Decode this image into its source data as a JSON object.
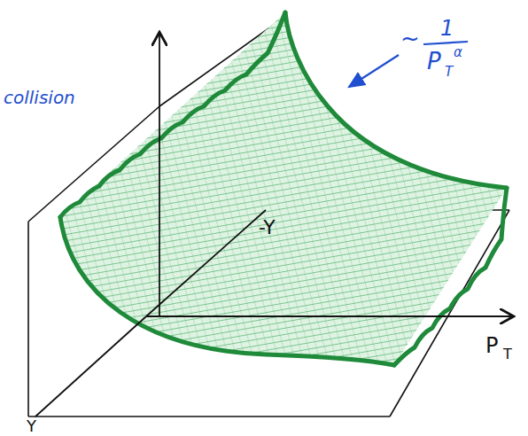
{
  "diagram": {
    "labels": [
      "collision",
      "~",
      "1",
      "P",
      "T",
      "α",
      "-Y",
      "P",
      "T",
      "Y"
    ]
  }
}
